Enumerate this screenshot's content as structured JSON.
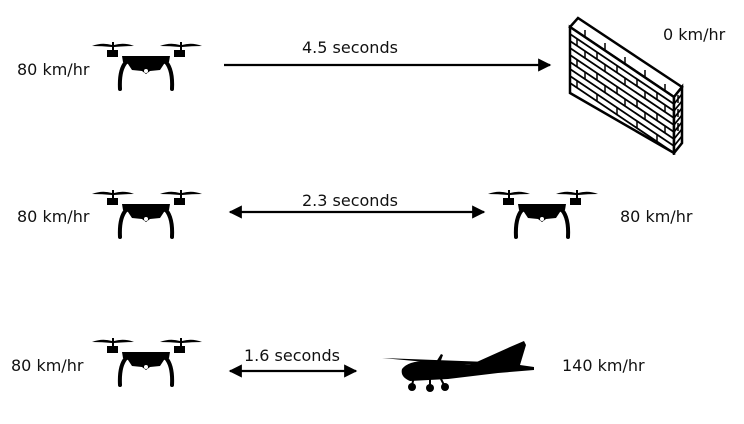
{
  "scenarios": [
    {
      "left_object": "drone",
      "left_speed": "80 km/hr",
      "time": "4.5 seconds",
      "arrow": "one-way",
      "right_object": "brick-wall",
      "right_speed": "0 km/hr"
    },
    {
      "left_object": "drone",
      "left_speed": "80 km/hr",
      "time": "2.3 seconds",
      "arrow": "two-way",
      "right_object": "drone",
      "right_speed": "80 km/hr"
    },
    {
      "left_object": "drone",
      "left_speed": "80 km/hr",
      "time": "1.6 seconds",
      "arrow": "two-way",
      "right_object": "airplane",
      "right_speed": "140 km/hr"
    }
  ],
  "colors": {
    "ink": "#000000",
    "background": "#ffffff"
  }
}
